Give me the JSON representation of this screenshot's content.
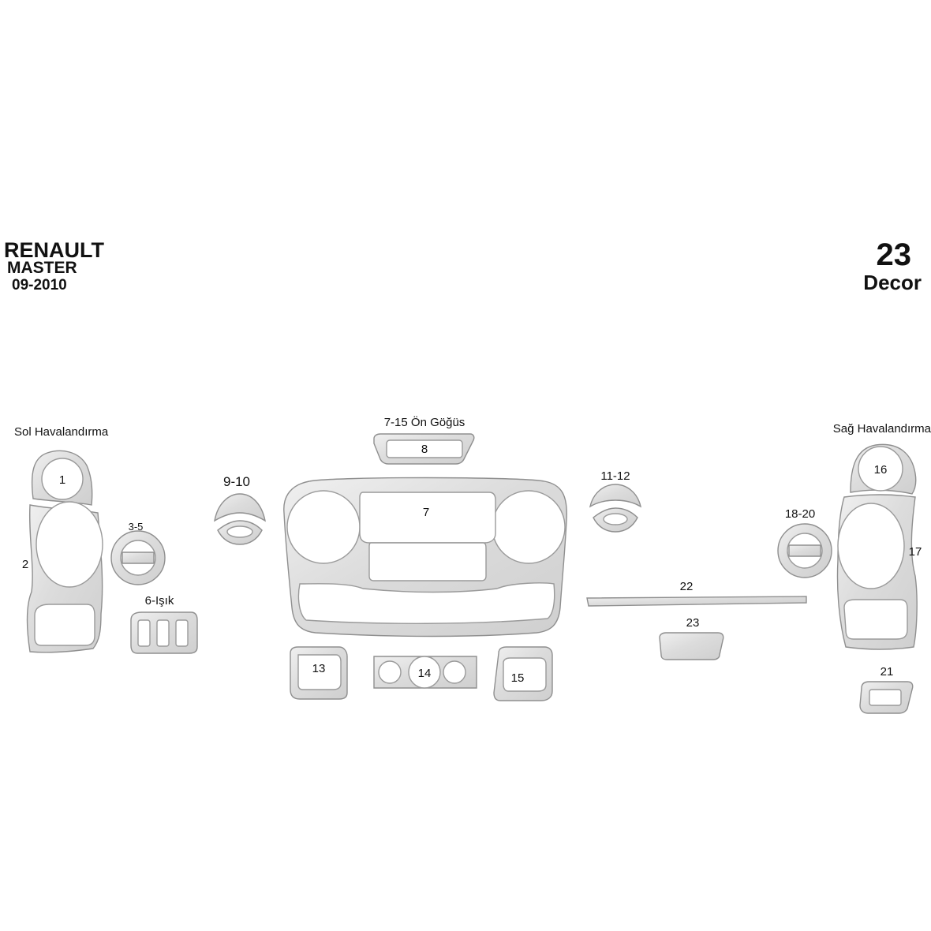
{
  "brand": {
    "make": "RENAULT",
    "model": "MASTER",
    "year": "09-2010"
  },
  "kit": {
    "count": "23",
    "type": "Decor"
  },
  "groups": {
    "left_vent": "Sol Havalandırma",
    "front_panel": "7-15 Ön Göğüs",
    "right_vent": "Sağ Havalandırma"
  },
  "parts": {
    "p1": "1",
    "p2": "2",
    "p3_5": "3-5",
    "p6": "6-Işık",
    "p7": "7",
    "p8": "8",
    "p9_10": "9-10",
    "p11_12": "11-12",
    "p13": "13",
    "p14": "14",
    "p15": "15",
    "p16": "16",
    "p17": "17",
    "p18_20": "18-20",
    "p21": "21",
    "p22": "22",
    "p23": "23"
  },
  "colors": {
    "part_fill": "#e2e2e2",
    "part_outline": "#8f8f8f",
    "text": "#111111",
    "background": "#ffffff"
  }
}
